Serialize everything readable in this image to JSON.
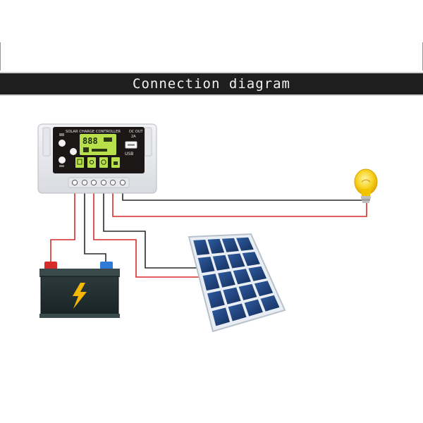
{
  "header": {
    "title": "Connection diagram"
  },
  "controller": {
    "label": "SOLAR CHARGE CONTROLLER",
    "display_digits": "888",
    "dc_out_label": "DC OUT",
    "dc_out_rating": "2A",
    "usb_label": "USB"
  },
  "colors": {
    "banner_bg": "#1e1e1e",
    "banner_text": "#f2f2f2",
    "wire_red": "#d62b2b",
    "wire_black": "#2a2a2a",
    "lcd": "#b8e04a",
    "battery_bolt": "#f5b800",
    "bulb": "#f6d21f",
    "panel_cell": "#1f3f7a"
  },
  "icons": [
    "lightbulb-icon",
    "battery-icon",
    "lightning-bolt-icon",
    "solar-panel-icon"
  ]
}
